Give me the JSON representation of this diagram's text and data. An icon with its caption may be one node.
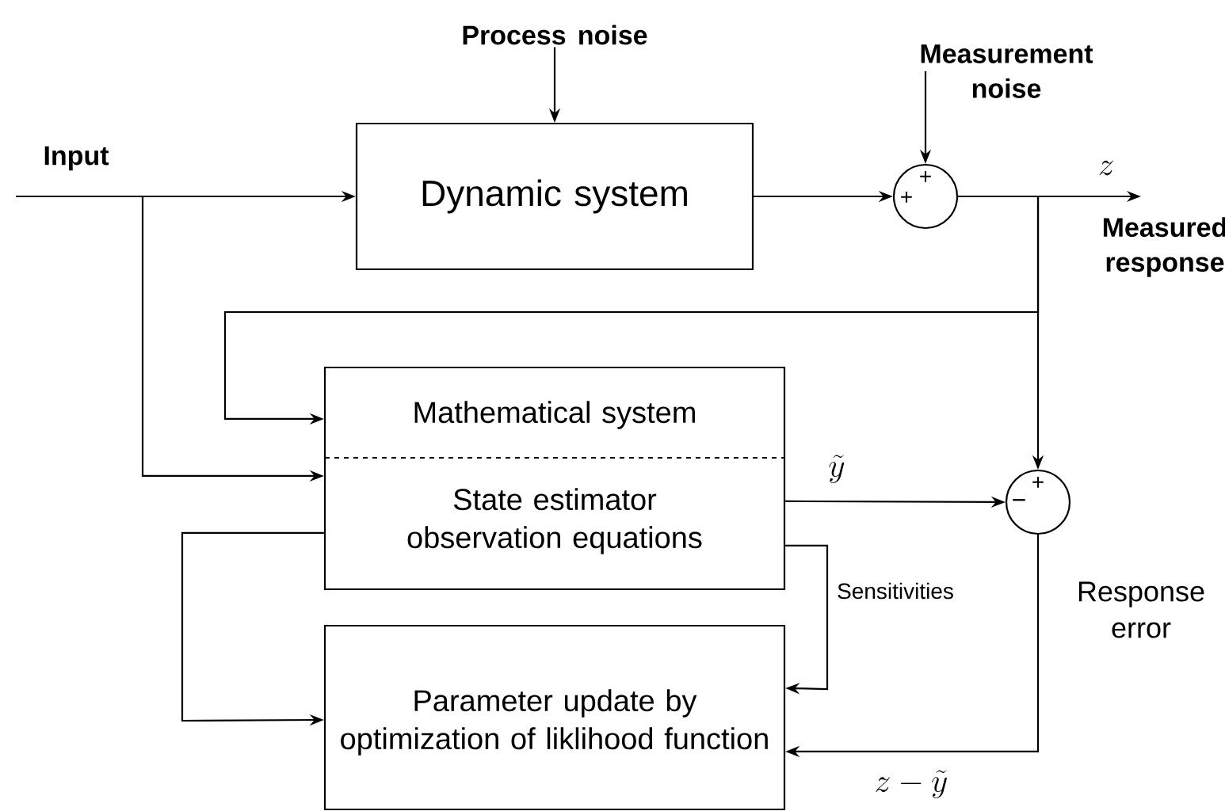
{
  "diagram": {
    "nodes": [
      {
        "text": [
          "Dynamic system"
        ]
      },
      {
        "text": [
          "+",
          "+"
        ]
      },
      {
        "text": [
          "Mathematical system",
          "State estimator observation equations"
        ]
      },
      {
        "text": [
          "Parameter update by optimization of liklihood function"
        ]
      },
      {
        "text": [
          "+",
          "−"
        ]
      },
      {
        "text": [
          "Process noise"
        ]
      },
      {
        "text": [
          "Measurement noise"
        ]
      },
      {
        "text": [
          "Measured response"
        ]
      }
    ],
    "edges": [
      {
        "from": null,
        "to": 0,
        "arrow": "to"
      },
      {
        "from": null,
        "to": 2,
        "arrow": "to"
      },
      {
        "from": 0,
        "to": 1,
        "arrow": "to"
      },
      {
        "from": 1,
        "to": 7,
        "arrow": "to",
        "label": "z"
      },
      {
        "from": 1,
        "to": 2,
        "arrow": "to"
      },
      {
        "from": 1,
        "to": 4,
        "arrow": "to"
      },
      {
        "from": 2,
        "to": 4,
        "arrow": "to",
        "label": "\\tilde{y}"
      },
      {
        "from": 2,
        "to": 3,
        "arrow": "to",
        "label": "Sensitivities"
      },
      {
        "from": 2,
        "to": 3,
        "arrow": "to"
      },
      {
        "from": 4,
        "to": 3,
        "arrow": "to",
        "label": "z - \\tilde{y}"
      },
      {
        "from": 5,
        "to": 0,
        "arrow": "to"
      },
      {
        "from": 6,
        "to": 1,
        "arrow": "to"
      }
    ],
    "labels": [
      "Input",
      "Response error"
    ]
  }
}
